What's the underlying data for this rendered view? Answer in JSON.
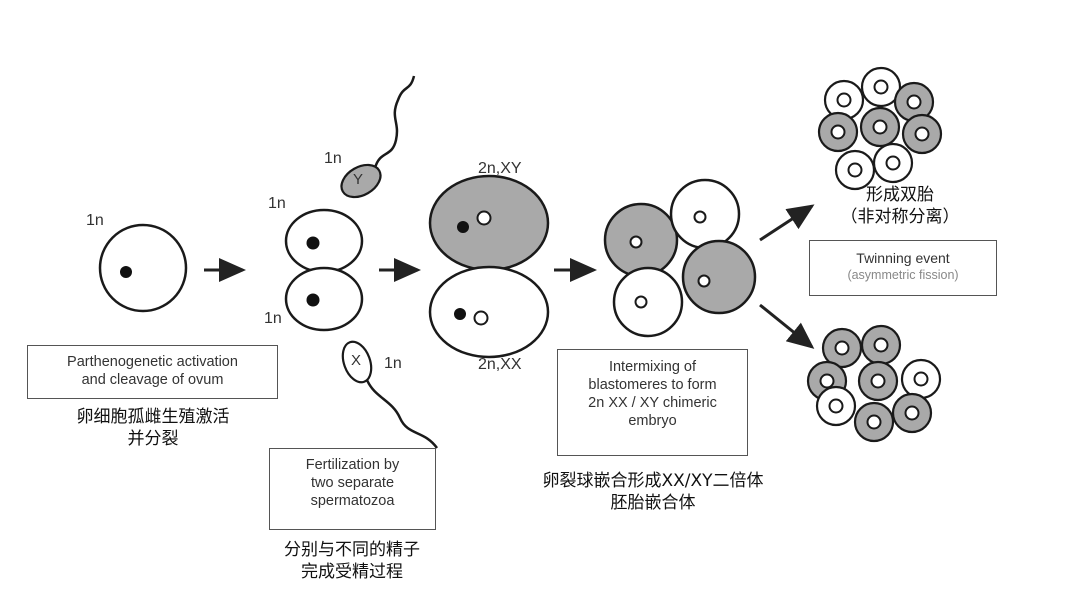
{
  "ploidy": {
    "ovum": "1n",
    "sperm_y": "1n",
    "cell_top": "1n",
    "cell_bottom": "1n",
    "sperm_x": "1n",
    "blast_top": "2n,XY",
    "blast_bottom": "2n,XX"
  },
  "chromosomes": {
    "y": "Y",
    "x": "X"
  },
  "boxes": {
    "parthenogenetic": [
      "Parthenogenetic activation",
      "and cleavage of ovum"
    ],
    "fertilization": [
      "Fertilization by",
      "two separate",
      "spermatozoa"
    ],
    "intermixing": [
      "Intermixing of",
      "blastomeres to form",
      "2n XX / XY chimeric",
      "embryo"
    ],
    "twinning": [
      "Twinning event",
      "(asymmetric fission)"
    ]
  },
  "chinese": {
    "parthenogenetic": [
      "卵细胞孤雌生殖激活",
      "并分裂"
    ],
    "fertilization": [
      "分别与不同的精子",
      "完成受精过程"
    ],
    "intermixing": [
      "卵裂球嵌合形成XX/XY二倍体",
      "胚胎嵌合体"
    ],
    "twinning": [
      "形成双胎",
      "（非对称分离）"
    ]
  },
  "colors": {
    "gray_cell": "#a9a9a9",
    "white_cell": "#ffffff",
    "stroke": "#1a1a1a",
    "text": "#333333"
  }
}
